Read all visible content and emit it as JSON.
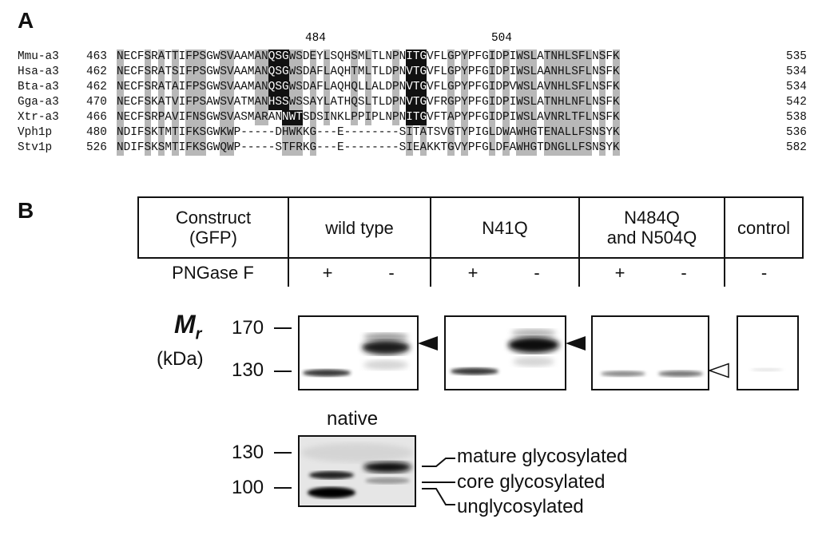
{
  "panel_a": {
    "label": "A",
    "positions": [
      "484",
      "504"
    ],
    "rows": [
      {
        "name": "Mmu-a3",
        "start": "463",
        "seq": "NECFSRATTIFPSGWSVAAMANQSGWSDEYLSQHSMLTLNPNITGVFLGPYPFGIDPIWSLATNHLSFLNSFK",
        "end": "535"
      },
      {
        "name": "Hsa-a3",
        "start": "462",
        "seq": "NECFSRATSIFPSGWSVAAMANQSGWSDAFLAQHTMLTLDPNVTGVFLGPYPFGIDPIWSLAANHLSFLNSFK",
        "end": "534"
      },
      {
        "name": "Bta-a3",
        "start": "462",
        "seq": "NECFSRATAIFPSGWSVAAMANQSGWSDAFLAQHQLLALDPNVTGVFLGPYPFGIDPVWSLAVNHLSFLNSFK",
        "end": "534"
      },
      {
        "name": "Gga-a3",
        "start": "470",
        "seq": "NECFSKATVIFPSAWSVATMANHSSWSSAYLATHQSLTLDPNVTGVFRGPYPFGIDPIWSLATNHLNFLNSFK",
        "end": "542"
      },
      {
        "name": "Xtr-a3",
        "start": "466",
        "seq": "NECFSRPAVIFNSGWSVASMARANNWTSDSINKLPPIPLNPNITGVFTAPYPFGIDPIWSLAVNRLTFLNSFK",
        "end": "538"
      },
      {
        "name": "Vph1p",
        "start": "480",
        "seq": "NDIFSKTMTIFKSGWKWP-----DHWKKG---E--------SITATSVGTYPIGLDWAWHGTENALLFSNSYK",
        "end": "536"
      },
      {
        "name": "Stv1p",
        "start": "526",
        "seq": "NDIFSKSMTIFKSGWQWP-----STFRKG---E--------SIEAKKTGVYPFGLDFAWHGTDNGLLFSNSYK",
        "end": "582"
      }
    ]
  },
  "panel_b": {
    "label": "B",
    "table": {
      "construct_header": [
        "Construct",
        "(GFP)"
      ],
      "columns": [
        "wild type",
        "N41Q",
        "N484Q",
        "and N504Q",
        "control"
      ],
      "pngase_label": "PNGase F",
      "pngase_values": [
        "+",
        "-",
        "+",
        "-",
        "+",
        "-",
        "-"
      ]
    },
    "mr_label": "M",
    "mr_sub": "r",
    "kda_label": "(kDa)",
    "ticks_top": [
      "170",
      "130"
    ],
    "native_label": "native",
    "ticks_bottom": [
      "130",
      "100"
    ],
    "band_labels": [
      "mature glycosylated",
      "core glycosylated",
      "unglycosylated"
    ]
  }
}
